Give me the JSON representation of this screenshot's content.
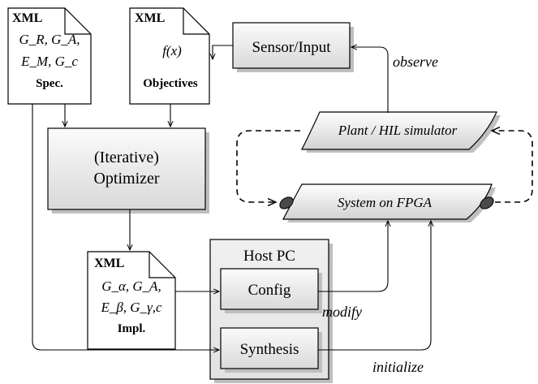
{
  "docs": {
    "spec": {
      "header": "XML",
      "line1": "G_R, G_A,",
      "line2": "E_M, G_c",
      "footer": "Spec."
    },
    "objectives": {
      "header": "XML",
      "line1": "f(x)",
      "footer": "Objectives"
    },
    "impl": {
      "header": "XML",
      "line1": "G_α, G_A,",
      "line2": "E_β, G_γ,c",
      "footer": "Impl."
    }
  },
  "boxes": {
    "sensor": "Sensor/Input",
    "optimizer_line1": "(Iterative)",
    "optimizer_line2": "Optimizer",
    "host_title": "Host PC",
    "config": "Config",
    "synthesis": "Synthesis"
  },
  "shapes": {
    "plant": "Plant / HIL simulator",
    "fpga": "System on FPGA"
  },
  "edge_labels": {
    "observe": "observe",
    "modify": "modify",
    "initialize": "initialize"
  },
  "colors": {
    "box_fill_light": "#f7f7f7",
    "box_fill_dark": "#dcdcdc",
    "shadow": "#bfbfbf",
    "stroke": "#000000",
    "port_fill": "#4a4a4a"
  }
}
